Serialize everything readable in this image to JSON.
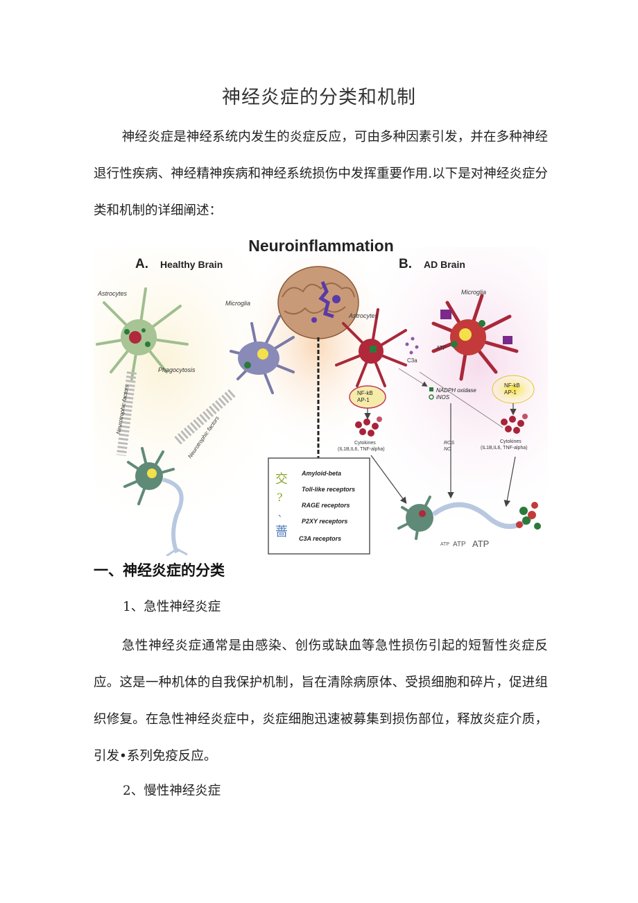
{
  "document": {
    "title": "神经炎症的分类和机制",
    "intro": "神经炎症是神经系统内发生的炎症反应，可由多种因素引发，并在多种神经退行性疾病、神经精神疾病和神经系统损伤中发挥重要作用.以下是对神经炎症分类和机制的详细阐述：",
    "section1_heading": "一、神经炎症的分类",
    "sub1_heading": "1、急性神经炎症",
    "sub1_text": "急性神经炎症通常是由感染、创伤或缺血等急性损伤引起的短暂性炎症反应。这是一种机体的自我保护机制，旨在清除病原体、受损细胞和碎片，促进组织修复。在急性神经炎症中，炎症细胞迅速被募集到损伤部位，释放炎症介质，引发•系列免疫反应。",
    "sub2_heading": "2、慢性神经炎症"
  },
  "figure": {
    "title": "Neuroinflammation",
    "panel_a": "A.",
    "panel_a_label": "Healthy Brain",
    "panel_b": "B.",
    "panel_b_label": "AD Brain",
    "astrocytes_a": "Astrocytes",
    "microglia_a": "Microglia",
    "phagocytosis": "Phagocytosis",
    "neurotrophic_1": "Neurotrophic factors",
    "neurotrophic_2": "Neurotrophic factors",
    "astrocytes_b": "Astrocytes",
    "microglia_b": "Microglia",
    "atp": "ATP",
    "c3a": "C3a",
    "nfkb": "NF-kB",
    "ap1": "AP-1",
    "nadph": "NADPH oxidase",
    "inos": "iNOS",
    "ros": "ROS",
    "no": "NO",
    "cytokines": "Cytokines",
    "cytokine_list": "(IL1B,IL6, TNF-alpha)",
    "receptors": [
      "Amyloid-beta",
      "Toll-like receptors",
      "RAGE receptors",
      "P2XY receptors",
      "C3A receptors"
    ],
    "side_glyphs": [
      "交",
      "?",
      "、",
      "蔷"
    ],
    "atp_small": "ATP",
    "atp_mid": "ATP",
    "atp_big": "ATP"
  },
  "colors": {
    "neuron": "#4f7a6a",
    "astrocyte_a": "#8fb07f",
    "microglia_a": "#6a6a9a",
    "inflamed": "#b0283a",
    "highlight": "#f4e04a",
    "cytokine": "#a8233a"
  }
}
